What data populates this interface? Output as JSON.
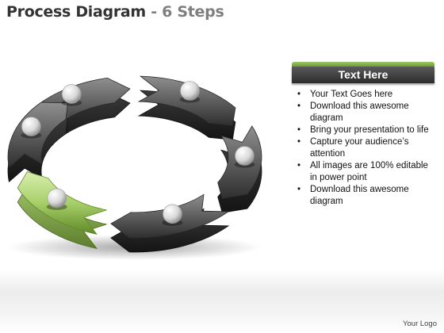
{
  "slide": {
    "title": "Process Diagram",
    "title_separator": " - ",
    "subtitle": "6 Steps"
  },
  "diagram": {
    "type": "circular-process",
    "steps": 6,
    "highlighted_step": 4,
    "colors": {
      "segment_light": "#8f8f8f",
      "segment_mid": "#5e5e5e",
      "segment_dark": "#2f2f2f",
      "highlight_light": "#d9efae",
      "highlight_mid": "#a8cf6a",
      "highlight_dark": "#5e8a26",
      "sphere": "#d8d8d8"
    }
  },
  "panel": {
    "header": "Text Here",
    "accent_color": "#7fb045",
    "bullets": [
      "Your Text Goes here",
      "Download this awesome diagram",
      "Bring your presentation to life",
      "Capture your audience’s attention",
      "All images are 100% editable in power point",
      "Download this awesome diagram"
    ]
  },
  "footer": {
    "logo": "Your Logo"
  }
}
